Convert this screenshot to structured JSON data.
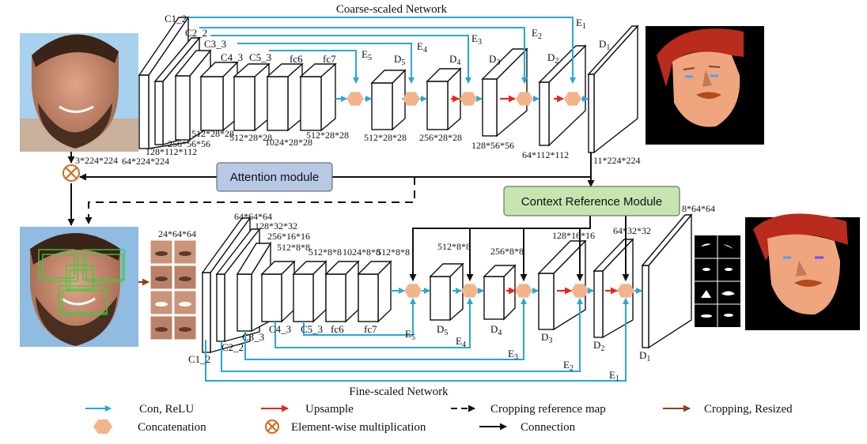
{
  "titles": {
    "coarse": "Coarse-scaled Network",
    "fine": "Fine-scaled Network"
  },
  "modules": {
    "attention": "Attention module",
    "context": "Context Reference Module"
  },
  "coarse": {
    "layers": {
      "c1": "C1_2",
      "c2": "C2_2",
      "c3": "C3_3",
      "c4": "C4_3",
      "c5": "C5_3",
      "fc6": "fc6",
      "fc7": "fc7"
    },
    "dims": {
      "c1": "64*224*224",
      "c2": "128*112*112",
      "c3": "256*56*56",
      "c4": "512*28*28",
      "c5": "512*28*28",
      "fc6": "1024*28*28",
      "fc7": "512*28*28",
      "d5": "512*28*28",
      "d4": "256*28*28",
      "d3": "128*56*56",
      "d2": "64*112*112",
      "d1": "11*224*224"
    },
    "input_dim": "3*224*224",
    "skips": [
      "E",
      "E",
      "E",
      "E",
      "E"
    ],
    "skip_subs": [
      "1",
      "2",
      "3",
      "4",
      "5"
    ],
    "decoder": [
      "D",
      "D",
      "D",
      "D",
      "D"
    ],
    "decoder_subs": [
      "5",
      "4",
      "3",
      "2",
      "1"
    ]
  },
  "fine": {
    "layers": {
      "c1": "C1_2",
      "c2": "C2_2",
      "c3": "C3_3",
      "c4": "C4_3",
      "c5": "C5_3",
      "fc6": "fc6",
      "fc7": "fc7"
    },
    "dims": {
      "crop": "24*64*64",
      "c1": "64*64*64",
      "c2": "128*32*32",
      "c3": "256*16*16",
      "c4": "512*8*8",
      "c5": "512*8*8",
      "fc6": "1024*8*8",
      "fc7": "512*8*8",
      "d5": "512*8*8",
      "d4": "256*8*8",
      "d3": "128*16*16",
      "d2": "64*32*32",
      "d1": "8*64*64"
    }
  },
  "legend": {
    "conv": "Con, ReLU",
    "upsample": "Upsample",
    "crop_ref": "Cropping reference map",
    "crop_resize": "Cropping, Resized",
    "concat": "Concatenation",
    "mult": "Element-wise multiplication",
    "connection": "Connection"
  },
  "colors": {
    "conv": "#2aa6dc",
    "upsample": "#e8251b",
    "concat": "#f2b48a",
    "mult": "#d2691e",
    "crop": "#8b4513",
    "attention": "#b8c9e6",
    "context": "#c6e5b0",
    "skin": "#efa57e",
    "hair": "#b92b1c",
    "sky": "#a8d0ef"
  }
}
